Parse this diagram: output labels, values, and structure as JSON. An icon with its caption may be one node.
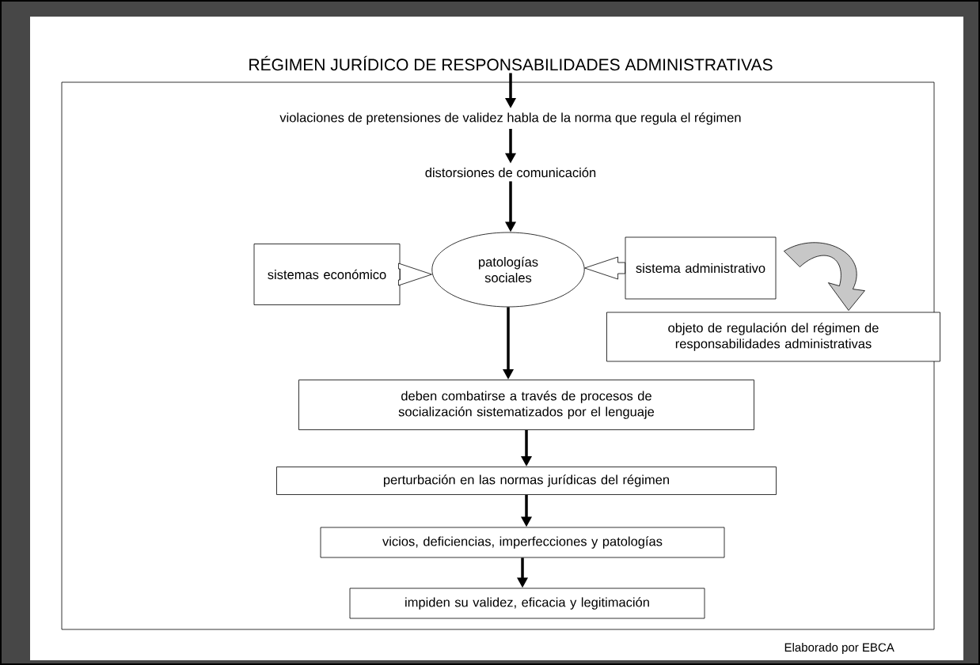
{
  "diagram": {
    "nodes": [
      {
        "text": [
          "RÉGIMEN JURÍDICO DE RESPONSABILIDADES ADMINISTRATIVAS"
        ]
      },
      {
        "text": [
          "violaciones de pretensiones de validez habla de la norma que regula el régimen"
        ],
        "in": 0
      },
      {
        "text": [
          "distorsiones de comunicación"
        ],
        "in": 0
      },
      {
        "text": [
          "patologías sociales"
        ],
        "in": 0
      },
      {
        "text": [
          "sistemas económico"
        ],
        "in": 0
      },
      {
        "text": [
          "sistema administrativo"
        ],
        "in": 0
      },
      {
        "text": [
          "objeto de regulación del régimen de responsabilidades administrativas"
        ],
        "in": 0
      },
      {
        "text": [
          "deben combatirse a través de procesos de socialización sistematizados por el lenguaje"
        ],
        "in": 0
      },
      {
        "text": [
          "perturbación en las normas jurídicas del régimen"
        ],
        "in": 0
      },
      {
        "text": [
          "vicios, deficiencias, imperfecciones y patologías"
        ],
        "in": 0
      },
      {
        "text": [
          "impiden su validez, eficacia y legitimación"
        ],
        "in": 0
      }
    ],
    "edges": [
      {
        "from": 0,
        "to": 1,
        "arrow": "to"
      },
      {
        "from": 1,
        "to": 2,
        "arrow": "to"
      },
      {
        "from": 2,
        "to": 3,
        "arrow": "to"
      },
      {
        "from": 4,
        "to": 3,
        "arrow": "to"
      },
      {
        "from": 5,
        "to": 3,
        "arrow": "to"
      },
      {
        "from": 5,
        "to": 6,
        "arrow": "to"
      },
      {
        "from": 3,
        "to": 7,
        "arrow": "to"
      },
      {
        "from": 7,
        "to": 8,
        "arrow": "to"
      },
      {
        "from": 8,
        "to": 9,
        "arrow": "to"
      },
      {
        "from": 9,
        "to": 10,
        "arrow": "to"
      }
    ],
    "labels": [
      "Elaborado por EBCA"
    ]
  }
}
